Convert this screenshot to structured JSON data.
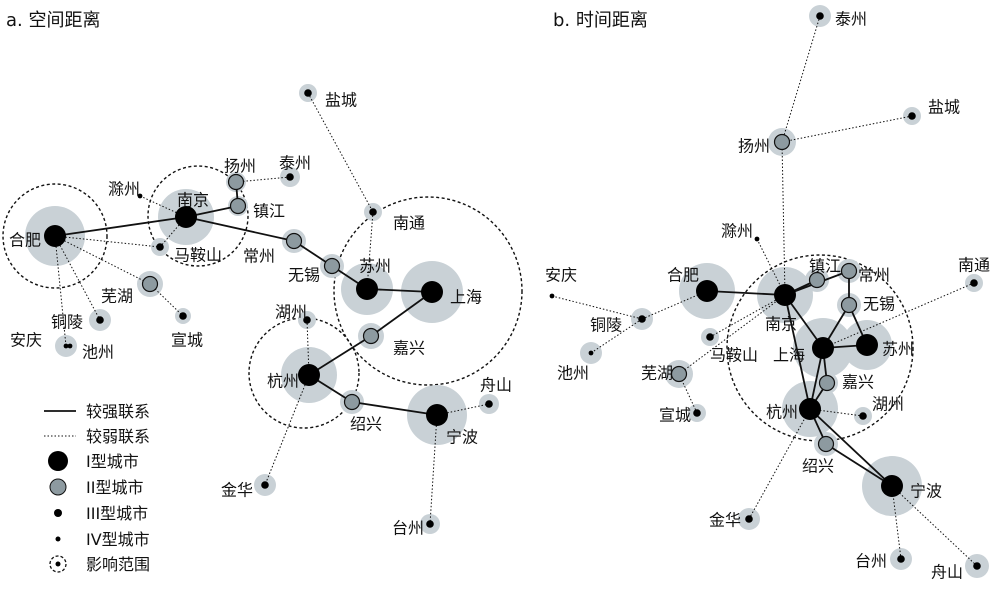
{
  "panel_a": {
    "title": "a. 空间距离",
    "cities": [
      {
        "key": "hefei",
        "label": "合肥",
        "type": "I"
      },
      {
        "key": "nanjing",
        "label": "南京",
        "type": "I"
      },
      {
        "key": "suzhou",
        "label": "苏州",
        "type": "I"
      },
      {
        "key": "shanghai",
        "label": "上海",
        "type": "I"
      },
      {
        "key": "hangzhou",
        "label": "杭州",
        "type": "I"
      },
      {
        "key": "ningbo",
        "label": "宁波",
        "type": "I"
      },
      {
        "key": "yangzhou",
        "label": "扬州",
        "type": "II"
      },
      {
        "key": "zhenjiang",
        "label": "镇江",
        "type": "II"
      },
      {
        "key": "changzhou",
        "label": "常州",
        "type": "II"
      },
      {
        "key": "wuxi",
        "label": "无锡",
        "type": "II"
      },
      {
        "key": "wuhu",
        "label": "芜湖",
        "type": "II"
      },
      {
        "key": "jiaxing",
        "label": "嘉兴",
        "type": "II"
      },
      {
        "key": "shaoxing",
        "label": "绍兴",
        "type": "II"
      },
      {
        "key": "taizhou_js",
        "label": "泰州",
        "type": "III"
      },
      {
        "key": "yancheng",
        "label": "盐城",
        "type": "III"
      },
      {
        "key": "nantong",
        "label": "南通",
        "type": "III"
      },
      {
        "key": "maanshan",
        "label": "马鞍山",
        "type": "III"
      },
      {
        "key": "tongling",
        "label": "铜陵",
        "type": "III"
      },
      {
        "key": "xuancheng",
        "label": "宣城",
        "type": "III"
      },
      {
        "key": "huzhou",
        "label": "湖州",
        "type": "III"
      },
      {
        "key": "jinhua",
        "label": "金华",
        "type": "III"
      },
      {
        "key": "zhoushan",
        "label": "舟山",
        "type": "III"
      },
      {
        "key": "taizhou_zj",
        "label": "台州",
        "type": "III"
      },
      {
        "key": "chuzhou",
        "label": "滁州",
        "type": "IV"
      },
      {
        "key": "anqing",
        "label": "安庆",
        "type": "IV"
      },
      {
        "key": "chizhou",
        "label": "池州",
        "type": "IV"
      }
    ],
    "strong_links": [
      [
        "hefei",
        "nanjing"
      ],
      [
        "nanjing",
        "zhenjiang"
      ],
      [
        "zhenjiang",
        "yangzhou"
      ],
      [
        "nanjing",
        "changzhou"
      ],
      [
        "changzhou",
        "wuxi"
      ],
      [
        "wuxi",
        "suzhou"
      ],
      [
        "suzhou",
        "shanghai"
      ],
      [
        "shanghai",
        "jiaxing"
      ],
      [
        "jiaxing",
        "hangzhou"
      ],
      [
        "hangzhou",
        "shaoxing"
      ],
      [
        "shaoxing",
        "ningbo"
      ]
    ],
    "weak_links": [
      [
        "yancheng",
        "nantong"
      ],
      [
        "nantong",
        "suzhou"
      ],
      [
        "nanjing",
        "chuzhou"
      ],
      [
        "nanjing",
        "maanshan"
      ],
      [
        "hefei",
        "maanshan"
      ],
      [
        "hefei",
        "wuhu"
      ],
      [
        "hefei",
        "tongling"
      ],
      [
        "hefei",
        "chizhou"
      ],
      [
        "anqing",
        "chizhou"
      ],
      [
        "yangzhou",
        "taizhou_js"
      ],
      [
        "wuhu",
        "xuancheng"
      ],
      [
        "huzhou",
        "hangzhou"
      ],
      [
        "hangzhou",
        "jinhua"
      ],
      [
        "ningbo",
        "zhoushan"
      ],
      [
        "ningbo",
        "taizhou_zj"
      ]
    ]
  },
  "panel_b": {
    "title": "b. 时间距离",
    "cities": [
      {
        "key": "hefei",
        "label": "合肥",
        "type": "I"
      },
      {
        "key": "nanjing",
        "label": "南京",
        "type": "I"
      },
      {
        "key": "shanghai",
        "label": "上海",
        "type": "I"
      },
      {
        "key": "suzhou",
        "label": "苏州",
        "type": "I"
      },
      {
        "key": "hangzhou",
        "label": "杭州",
        "type": "I"
      },
      {
        "key": "ningbo",
        "label": "宁波",
        "type": "I"
      },
      {
        "key": "yangzhou",
        "label": "扬州",
        "type": "II"
      },
      {
        "key": "zhenjiang",
        "label": "镇江",
        "type": "II"
      },
      {
        "key": "changzhou",
        "label": "常州",
        "type": "II"
      },
      {
        "key": "wuxi",
        "label": "无锡",
        "type": "II"
      },
      {
        "key": "wuhu",
        "label": "芜湖",
        "type": "II"
      },
      {
        "key": "jiaxing",
        "label": "嘉兴",
        "type": "II"
      },
      {
        "key": "shaoxing",
        "label": "绍兴",
        "type": "II"
      },
      {
        "key": "taizhou_js",
        "label": "泰州",
        "type": "III"
      },
      {
        "key": "yancheng",
        "label": "盐城",
        "type": "III"
      },
      {
        "key": "nantong",
        "label": "南通",
        "type": "III"
      },
      {
        "key": "maanshan",
        "label": "马鞍山",
        "type": "III"
      },
      {
        "key": "tongling",
        "label": "铜陵",
        "type": "III"
      },
      {
        "key": "xuancheng",
        "label": "宣城",
        "type": "III"
      },
      {
        "key": "huzhou",
        "label": "湖州",
        "type": "III"
      },
      {
        "key": "jinhua",
        "label": "金华",
        "type": "III"
      },
      {
        "key": "zhoushan",
        "label": "舟山",
        "type": "III"
      },
      {
        "key": "taizhou_zj",
        "label": "台州",
        "type": "III"
      },
      {
        "key": "chuzhou",
        "label": "滁州",
        "type": "IV"
      },
      {
        "key": "anqing",
        "label": "安庆",
        "type": "IV"
      },
      {
        "key": "chizhou",
        "label": "池州",
        "type": "IV"
      }
    ],
    "strong_links": [
      [
        "hefei",
        "nanjing"
      ],
      [
        "nanjing",
        "zhenjiang"
      ],
      [
        "nanjing",
        "changzhou"
      ],
      [
        "nanjing",
        "shanghai"
      ],
      [
        "changzhou",
        "wuxi"
      ],
      [
        "wuxi",
        "suzhou"
      ],
      [
        "wuxi",
        "shanghai"
      ],
      [
        "shanghai",
        "suzhou"
      ],
      [
        "shanghai",
        "jiaxing"
      ],
      [
        "shanghai",
        "hangzhou"
      ],
      [
        "jiaxing",
        "hangzhou"
      ],
      [
        "nanjing",
        "hangzhou"
      ],
      [
        "hangzhou",
        "shaoxing"
      ],
      [
        "shaoxing",
        "ningbo"
      ],
      [
        "hangzhou",
        "ningbo"
      ]
    ],
    "weak_links": [
      [
        "taizhou_js",
        "yangzhou"
      ],
      [
        "yancheng",
        "yangzhou"
      ],
      [
        "yangzhou",
        "nanjing"
      ],
      [
        "chuzhou",
        "nanjing"
      ],
      [
        "anqing",
        "tongling"
      ],
      [
        "tongling",
        "hefei"
      ],
      [
        "chizhou",
        "tongling"
      ],
      [
        "maanshan",
        "nanjing"
      ],
      [
        "wuhu",
        "nanjing"
      ],
      [
        "xuancheng",
        "wuhu"
      ],
      [
        "nantong",
        "shanghai"
      ],
      [
        "huzhou",
        "hangzhou"
      ],
      [
        "jinhua",
        "hangzhou"
      ],
      [
        "taizhou_zj",
        "ningbo"
      ],
      [
        "zhoushan",
        "ningbo"
      ]
    ]
  },
  "legend": {
    "strong": "较强联系",
    "weak": "较弱联系",
    "type1": "I型城市",
    "type2": "II型城市",
    "type3": "III型城市",
    "type4": "IV型城市",
    "range": "影响范围"
  },
  "colors": {
    "halo": "#c9d1d6",
    "type1_fill": "#000000",
    "type2_fill": "#8d9aa0",
    "line": "#111111"
  }
}
